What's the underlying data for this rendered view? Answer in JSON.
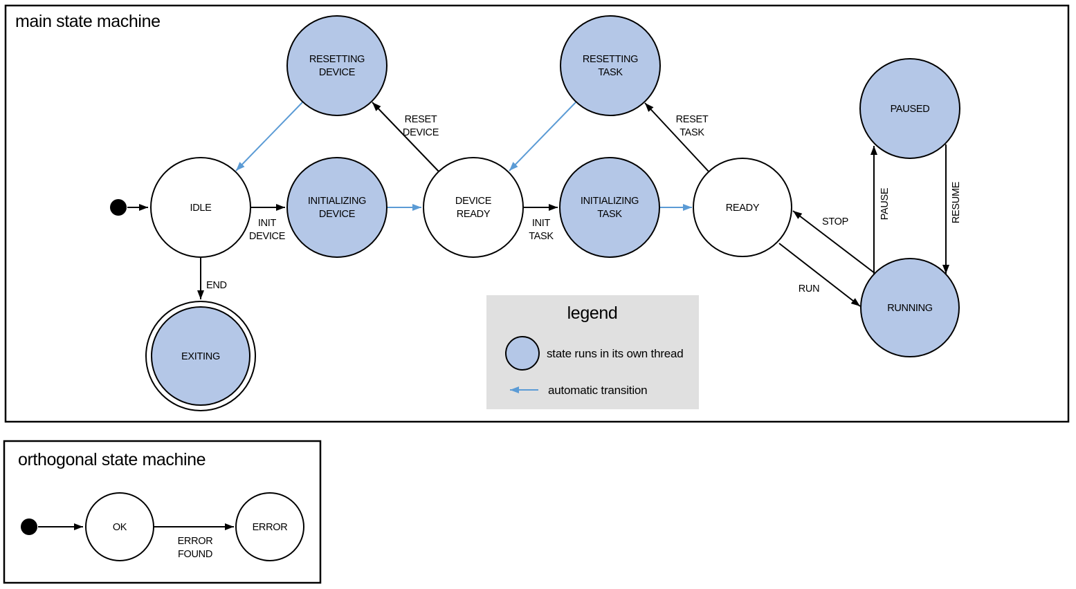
{
  "colors": {
    "state_fill": "#b4c7e7",
    "auto_arrow": "#5b9bd5",
    "legend_bg": "#e0e0e0",
    "line": "#000000"
  },
  "main": {
    "title": "main state machine",
    "states": {
      "idle": {
        "label": "IDLE"
      },
      "resetting_device": {
        "line1": "RESETTING",
        "line2": "DEVICE"
      },
      "initializing_device": {
        "line1": "INITIALIZING",
        "line2": "DEVICE"
      },
      "device_ready": {
        "line1": "DEVICE",
        "line2": "READY"
      },
      "resetting_task": {
        "line1": "RESETTING",
        "line2": "TASK"
      },
      "initializing_task": {
        "line1": "INITIALIZING",
        "line2": "TASK"
      },
      "ready": {
        "label": "READY"
      },
      "paused": {
        "label": "PAUSED"
      },
      "running": {
        "label": "RUNNING"
      },
      "exiting": {
        "label": "EXITING"
      }
    },
    "transitions": {
      "init_device": {
        "line1": "INIT",
        "line2": "DEVICE"
      },
      "reset_device": {
        "line1": "RESET",
        "line2": "DEVICE"
      },
      "init_task": {
        "line1": "INIT",
        "line2": "TASK"
      },
      "reset_task": {
        "line1": "RESET",
        "line2": "TASK"
      },
      "stop": {
        "label": "STOP"
      },
      "run": {
        "label": "RUN"
      },
      "pause": {
        "label": "PAUSE"
      },
      "resume": {
        "label": "RESUME"
      },
      "end": {
        "label": "END"
      }
    }
  },
  "legend": {
    "title": "legend",
    "thread_item": "state runs in its own thread",
    "auto_item": "automatic transition"
  },
  "orthogonal": {
    "title": "orthogonal state machine",
    "states": {
      "ok": {
        "label": "OK"
      },
      "error": {
        "label": "ERROR"
      }
    },
    "transitions": {
      "error_found": {
        "line1": "ERROR",
        "line2": "FOUND"
      }
    }
  }
}
